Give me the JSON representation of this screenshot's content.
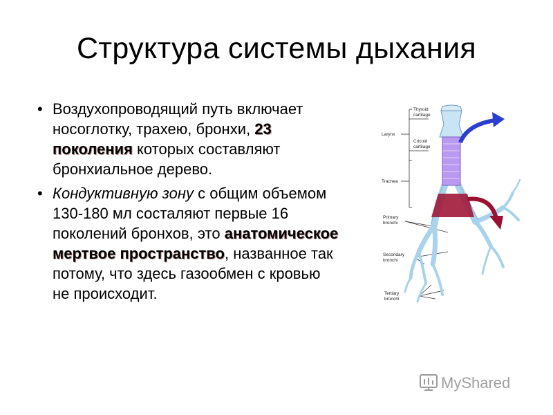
{
  "slide": {
    "title": "Структура системы дыхания",
    "bullet1": {
      "part1": "Воздухопроводящий путь включает носоглотку, трахею, бронхи, ",
      "bold": "23 поколения",
      "part2": " которых составляют бронхиальное дерево."
    },
    "bullet2": {
      "italic": "Кондуктивную зону",
      "part1": " с общим объемом 130-180 мл состаляют первые 16 поколений бронхов, это ",
      "bold": "анатомическое мертвое пространство",
      "part2": ", названное так потому, что здесь газообмен с кровью  не происходит."
    }
  },
  "figure": {
    "labels": {
      "thyroid": [
        "Thyroid",
        "cartilage"
      ],
      "larynx": "Larynx",
      "cricoid": [
        "Cricoid",
        "cartilage"
      ],
      "trachea": "Trachea",
      "primary": [
        "Primary",
        "bronchi"
      ],
      "secondary": [
        "Secondary",
        "bronchi"
      ],
      "tertiary": [
        "Tertiary",
        "bronchi"
      ]
    },
    "colors": {
      "upper_arrow": "#2a3fd0",
      "lower_arrow": "#9a1030",
      "trachea_fill": "#b89af0",
      "wedge_fill": "#a01838",
      "airway": "#a9d3ea"
    }
  },
  "watermark": {
    "text": "MyShared"
  }
}
